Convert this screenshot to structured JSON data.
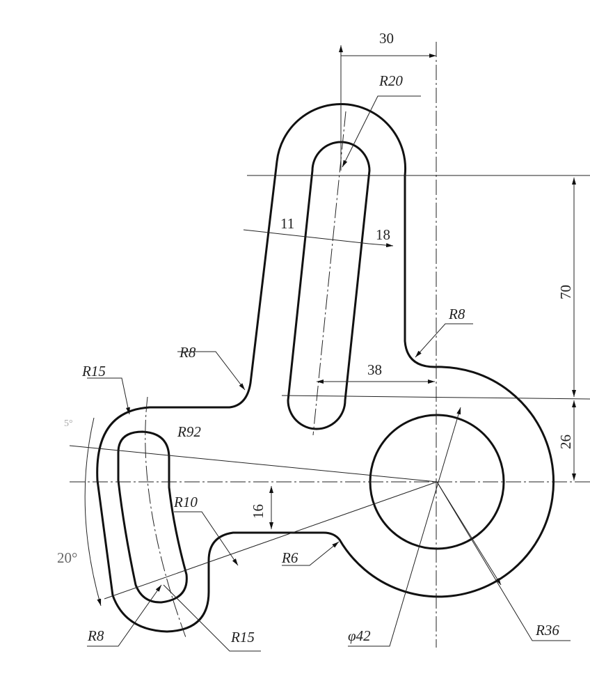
{
  "labels": {
    "dim_30": "30",
    "r20": "R20",
    "dim_11": "11",
    "dim_18": "18",
    "dim_70": "70",
    "r8_right": "R8",
    "dim_38": "38",
    "dim_26": "26",
    "r8_left": "R8",
    "r15_top": "R15",
    "r92": "R92",
    "r10": "R10",
    "dim_16": "16",
    "r6": "R6",
    "phi42": "φ42",
    "r36": "R36",
    "r8_bottom": "R8",
    "r15_bottom": "R15",
    "angle_20": "20°",
    "angle_5": "5°"
  }
}
